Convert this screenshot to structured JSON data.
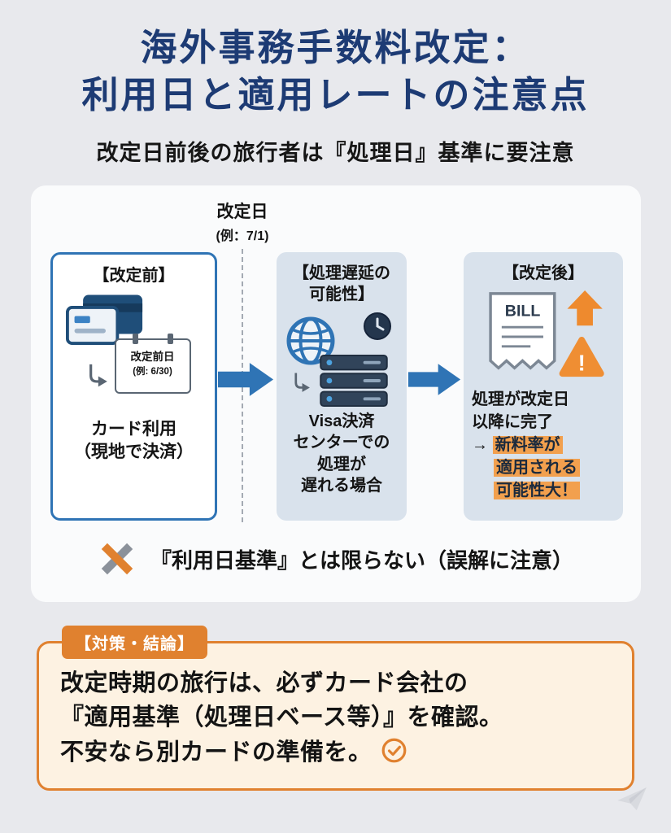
{
  "title": {
    "line1": "海外事務手数料改定：",
    "line2": "利用日と適用レートの注意点",
    "subtitle": "改定日前後の旅行者は『処理日』基準に要注意"
  },
  "diagram": {
    "revision_date": {
      "label": "改定日",
      "example": "(例：7/1)"
    },
    "before": {
      "heading": "【改定前】",
      "calendar_line1": "改定前日",
      "calendar_line2": "(例: 6/30)",
      "caption_line1": "カード利用",
      "caption_line2": "（現地で決済）"
    },
    "delay": {
      "heading_line1": "【処理遅延の",
      "heading_line2": "可能性】",
      "caption_line1": "Visa決済",
      "caption_line2": "センターでの",
      "caption_line3": "処理が",
      "caption_line4": "遅れる場合"
    },
    "after": {
      "heading": "【改定後】",
      "bill_label": "BILL",
      "warning_mark": "!",
      "line1": "処理が改定日",
      "line2": "以降に完了",
      "arrow_prefix": "→ ",
      "highlight1": "新料率が",
      "highlight2": "適用される",
      "highlight3": "可能性大！"
    },
    "caution": "『利用日基準』とは限らない（誤解に注意）"
  },
  "conclusion": {
    "badge": "【対策・結論】",
    "line1": "改定時期の旅行は、必ずカード会社の",
    "line2": "『適用基準（処理日ベース等）』を確認。",
    "line3": "不安なら別カードの準備を。"
  },
  "colors": {
    "page_bg": "#e8e9ed",
    "card_bg": "#fafbfc",
    "title_blue": "#1d3b74",
    "accent_blue": "#2f74b5",
    "panel_blue": "#d9e2ec",
    "orange": "#e0812f",
    "highlight_orange": "#f2a04e",
    "cream": "#fdf2e2"
  }
}
